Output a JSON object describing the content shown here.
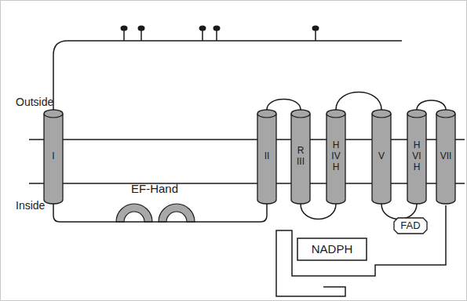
{
  "diagram": {
    "nodes": [
      {
        "text": [
          "I"
        ]
      },
      {
        "text": [
          "II"
        ]
      },
      {
        "text": [
          "R",
          "III"
        ]
      },
      {
        "text": [
          "H",
          "IV",
          "H"
        ]
      },
      {
        "text": [
          "V"
        ]
      },
      {
        "text": [
          "H",
          "VI",
          "H"
        ]
      },
      {
        "text": [
          "VII"
        ]
      },
      {
        "text": [
          "NADPH"
        ]
      },
      {
        "text": [
          "FAD"
        ]
      }
    ],
    "edges": [
      {
        "from": 0,
        "to": 1,
        "arrow": "none"
      },
      {
        "from": 1,
        "to": 2,
        "arrow": "none"
      },
      {
        "from": 2,
        "to": 3,
        "arrow": "none"
      },
      {
        "from": 3,
        "to": 4,
        "arrow": "none"
      },
      {
        "from": 4,
        "to": 5,
        "arrow": "none"
      },
      {
        "from": 5,
        "to": 6,
        "arrow": "none"
      }
    ],
    "labels": [
      "Outside",
      "Inside",
      "EF-Hand"
    ]
  }
}
